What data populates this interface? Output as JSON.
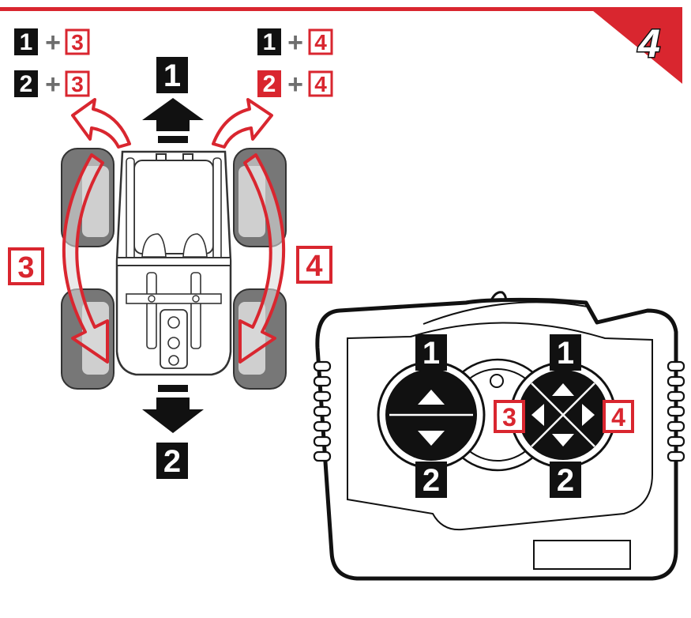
{
  "step": {
    "number": "4"
  },
  "combos": {
    "top_left": {
      "a": "1",
      "plus": "+",
      "b": "3"
    },
    "bottom_left": {
      "a": "2",
      "plus": "+",
      "b": "3"
    },
    "top_right": {
      "a": "1",
      "plus": "+",
      "b": "4"
    },
    "bottom_right": {
      "a": "2",
      "plus": "+",
      "b": "4"
    }
  },
  "car_labels": {
    "forward": "1",
    "reverse": "2",
    "left_turn": "3",
    "right_turn": "4"
  },
  "remote_labels": {
    "left_stick_up": "1",
    "left_stick_down": "2",
    "right_stick_up": "1",
    "right_stick_down": "2",
    "right_stick_left": "3",
    "right_stick_right": "4"
  },
  "colors": {
    "accent_red": "#D9262F",
    "black": "#111111",
    "plus_gray": "#6E6E6E",
    "wheel_gray": "#777777"
  },
  "icons": [
    "forward-arrow-icon",
    "reverse-arrow-icon",
    "turn-left-arrow-icon",
    "turn-right-arrow-icon",
    "spin-left-arrow-icon",
    "spin-right-arrow-icon",
    "triangle-up-icon",
    "triangle-down-icon",
    "triangle-left-icon",
    "triangle-right-icon"
  ]
}
